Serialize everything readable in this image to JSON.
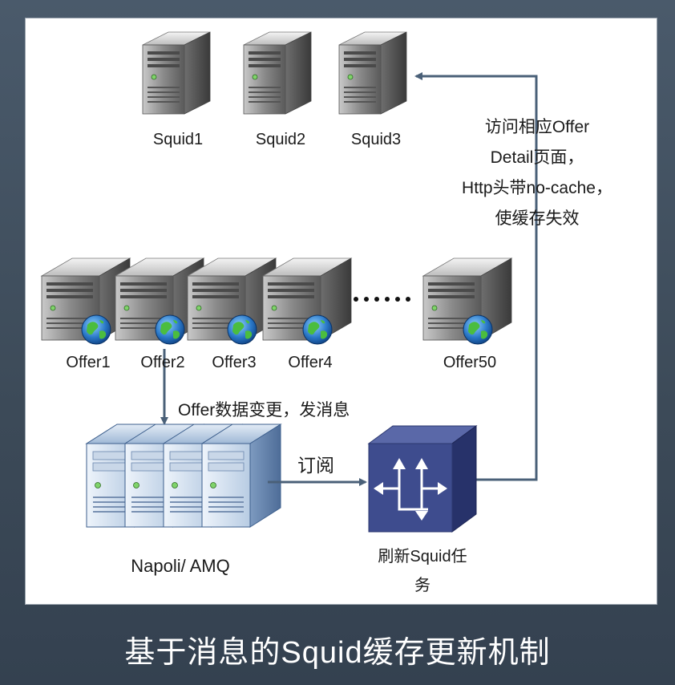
{
  "diagram": {
    "squid_servers": [
      "Squid1",
      "Squid2",
      "Squid3"
    ],
    "offer_servers": [
      "Offer1",
      "Offer2",
      "Offer3",
      "Offer4",
      "Offer50"
    ],
    "mq_label": "Napoli/ AMQ",
    "task_label_line1": "刷新Squid任",
    "task_label_line2": "务",
    "arrow_publish": "Offer数据变更，发消息",
    "arrow_subscribe": "订阅",
    "note_lines": [
      "访问相应Offer",
      "Detail页面，",
      "Http头带no-cache，",
      "使缓存失效"
    ]
  },
  "caption": "基于消息的Squid缓存更新机制",
  "colors": {
    "arrow": "#4a6078",
    "background": "#3e4c5a",
    "router": "#3b4a8a"
  },
  "icons": {
    "squid": "server-tower-icon",
    "offer": "web-server-globe-icon",
    "mq": "blue-server-icon",
    "task": "router-icon"
  }
}
